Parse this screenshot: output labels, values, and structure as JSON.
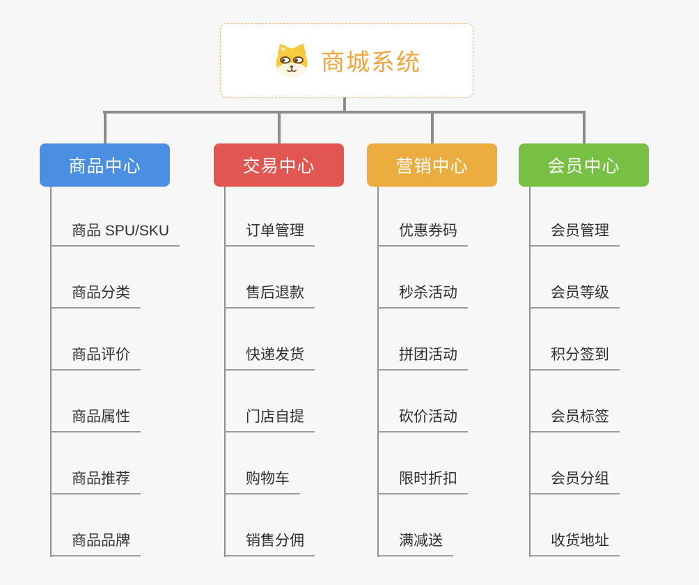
{
  "root": {
    "title": "商城系统",
    "icon": "dog-face-icon",
    "accent_color": "#f2a63c"
  },
  "connector_color": "#8c8c8c",
  "branches": [
    {
      "label": "商品中心",
      "color": "#4b8fe2",
      "items": [
        "商品 SPU/SKU",
        "商品分类",
        "商品评价",
        "商品属性",
        "商品推荐",
        "商品品牌"
      ]
    },
    {
      "label": "交易中心",
      "color": "#e25652",
      "items": [
        "订单管理",
        "售后退款",
        "快递发货",
        "门店自提",
        "购物车",
        "销售分佣"
      ]
    },
    {
      "label": "营销中心",
      "color": "#ecad40",
      "items": [
        "优惠券码",
        "秒杀活动",
        "拼团活动",
        "砍价活动",
        "限时折扣",
        "满减送"
      ]
    },
    {
      "label": "会员中心",
      "color": "#77c043",
      "items": [
        "会员管理",
        "会员等级",
        "积分签到",
        "会员标签",
        "会员分组",
        "收货地址"
      ]
    }
  ]
}
